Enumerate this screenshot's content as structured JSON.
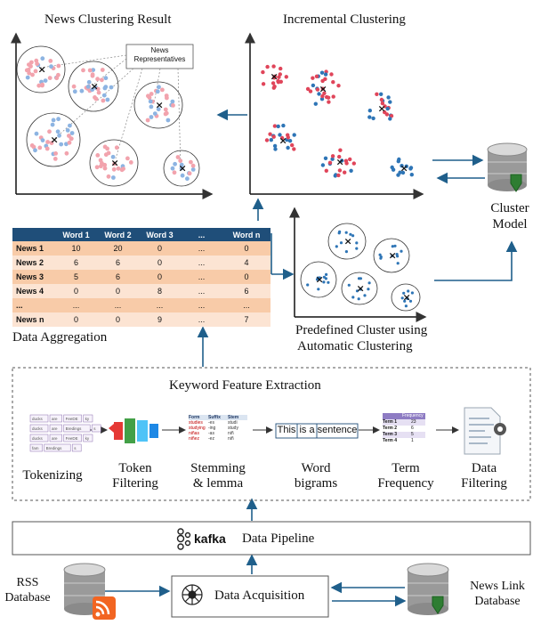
{
  "titles": {
    "news_clustering": "News Clustering Result",
    "incremental": "Incremental Clustering",
    "news_representatives": [
      "News",
      "Representatives"
    ],
    "cluster_model": [
      "Cluster",
      "Model"
    ],
    "data_aggregation": "Data Aggregation",
    "predefined": [
      "Predefined Cluster using",
      "Automatic Clustering"
    ],
    "keyword_extraction": "Keyword Feature Extraction",
    "data_pipeline": "Data Pipeline",
    "kafka": "kafka",
    "data_acquisition": "Data Acquisition",
    "rss": [
      "RSS",
      "Database"
    ],
    "news_link": [
      "News Link",
      "Database"
    ]
  },
  "table": {
    "headers": [
      "",
      "Word 1",
      "Word 2",
      "Word 3",
      "...",
      "Word n"
    ],
    "rows": [
      [
        "News 1",
        "10",
        "20",
        "0",
        "...",
        "0"
      ],
      [
        "News 2",
        "6",
        "6",
        "0",
        "...",
        "4"
      ],
      [
        "News 3",
        "5",
        "6",
        "0",
        "...",
        "0"
      ],
      [
        "News 4",
        "0",
        "0",
        "8",
        "...",
        "6"
      ],
      [
        "...",
        "...",
        "...",
        "...",
        "...",
        "..."
      ],
      [
        "News n",
        "0",
        "0",
        "9",
        "...",
        "7"
      ]
    ]
  },
  "steps": [
    {
      "label": [
        "Tokenizing"
      ]
    },
    {
      "label": [
        "Token",
        "Filtering"
      ]
    },
    {
      "label": [
        "Stemming",
        "& lemma"
      ]
    },
    {
      "label": [
        "Word",
        "bigrams"
      ]
    },
    {
      "label": [
        "Term",
        "Frequency"
      ]
    },
    {
      "label": [
        "Data",
        "Filtering"
      ]
    }
  ],
  "bigram_sentence": [
    "This",
    "is a",
    "sentence"
  ],
  "stem_table": {
    "headers": [
      "Form",
      "Suffix",
      "Stem"
    ],
    "rows": [
      [
        "studies",
        "-es",
        "studi"
      ],
      [
        "studying",
        "-ing",
        "study"
      ],
      [
        "niñas",
        "-as",
        "niñ"
      ],
      [
        "niñez",
        "-ez",
        "niñ"
      ]
    ]
  },
  "tf_table": {
    "header": "Frequency",
    "rows": [
      [
        "Term 1",
        "23"
      ],
      [
        "Term 2",
        "6"
      ],
      [
        "Term 3",
        "5"
      ],
      [
        "Term 4",
        "1"
      ]
    ]
  },
  "token_chips": [
    [
      "ducks",
      "are",
      "FeeDE",
      "ky"
    ],
    [
      "ducks",
      "are",
      "Bredings",
      "s"
    ],
    [
      "ducks",
      "are",
      "FeeDE",
      "ky"
    ],
    [
      "fam",
      "Bredings",
      "s"
    ]
  ],
  "colors": {
    "red": "#e0455a",
    "blue": "#2e75b6",
    "pink": "#f2a3ad",
    "lightblue": "#8db4e2",
    "arrow": "#1f5f8b",
    "header": "#1f4e79"
  }
}
